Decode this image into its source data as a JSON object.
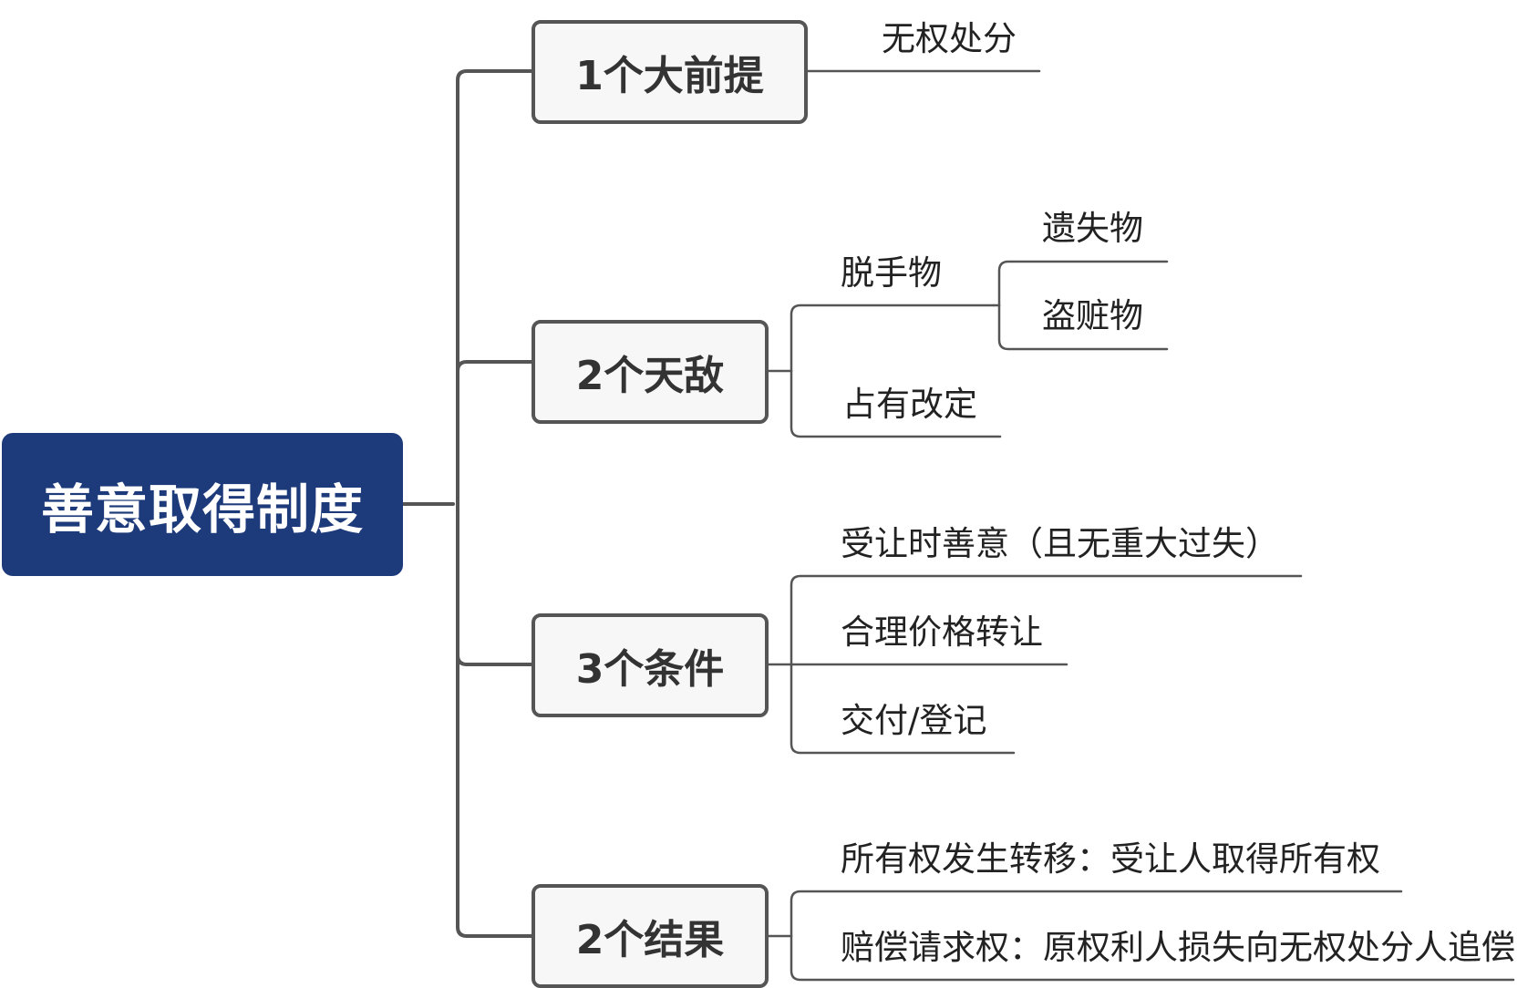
{
  "root": {
    "label": "善意取得制度"
  },
  "branches": [
    {
      "label": "1个大前提",
      "children": [
        {
          "label": "无权处分"
        }
      ]
    },
    {
      "label": "2个天敌",
      "children": [
        {
          "label": "脱手物",
          "children": [
            {
              "label": "遗失物"
            },
            {
              "label": "盗赃物"
            }
          ]
        },
        {
          "label": "占有改定"
        }
      ]
    },
    {
      "label": "3个条件",
      "children": [
        {
          "label": "受让时善意（且无重大过失）"
        },
        {
          "label": "合理价格转让"
        },
        {
          "label": "交付/登记"
        }
      ]
    },
    {
      "label": "2个结果",
      "children": [
        {
          "label": "所有权发生转移：受让人取得所有权"
        },
        {
          "label": "赔偿请求权：原权利人损失向无权处分人追偿"
        }
      ]
    }
  ],
  "colors": {
    "root_fill": "#1d3a7a",
    "branch_border": "#555555",
    "branch_fill": "#f7f7f7",
    "connector": "#555555"
  }
}
